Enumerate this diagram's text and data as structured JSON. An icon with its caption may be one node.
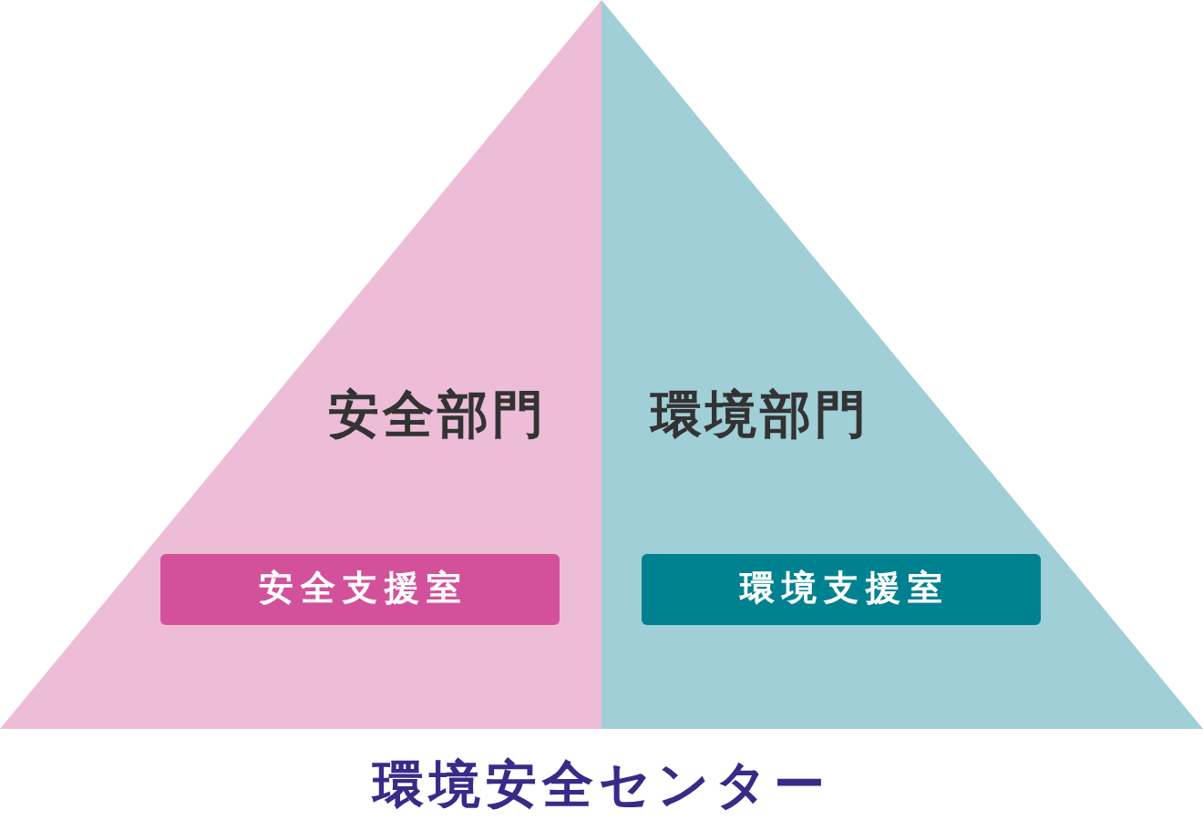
{
  "diagram": {
    "caption": "環境安全センター",
    "nodes": [
      {
        "text": [
          "安全部門"
        ]
      },
      {
        "text": [
          "安全支援室"
        ],
        "in": 0
      },
      {
        "text": [
          "環境部門"
        ]
      },
      {
        "text": [
          "環境支援室"
        ],
        "in": 2
      }
    ]
  }
}
